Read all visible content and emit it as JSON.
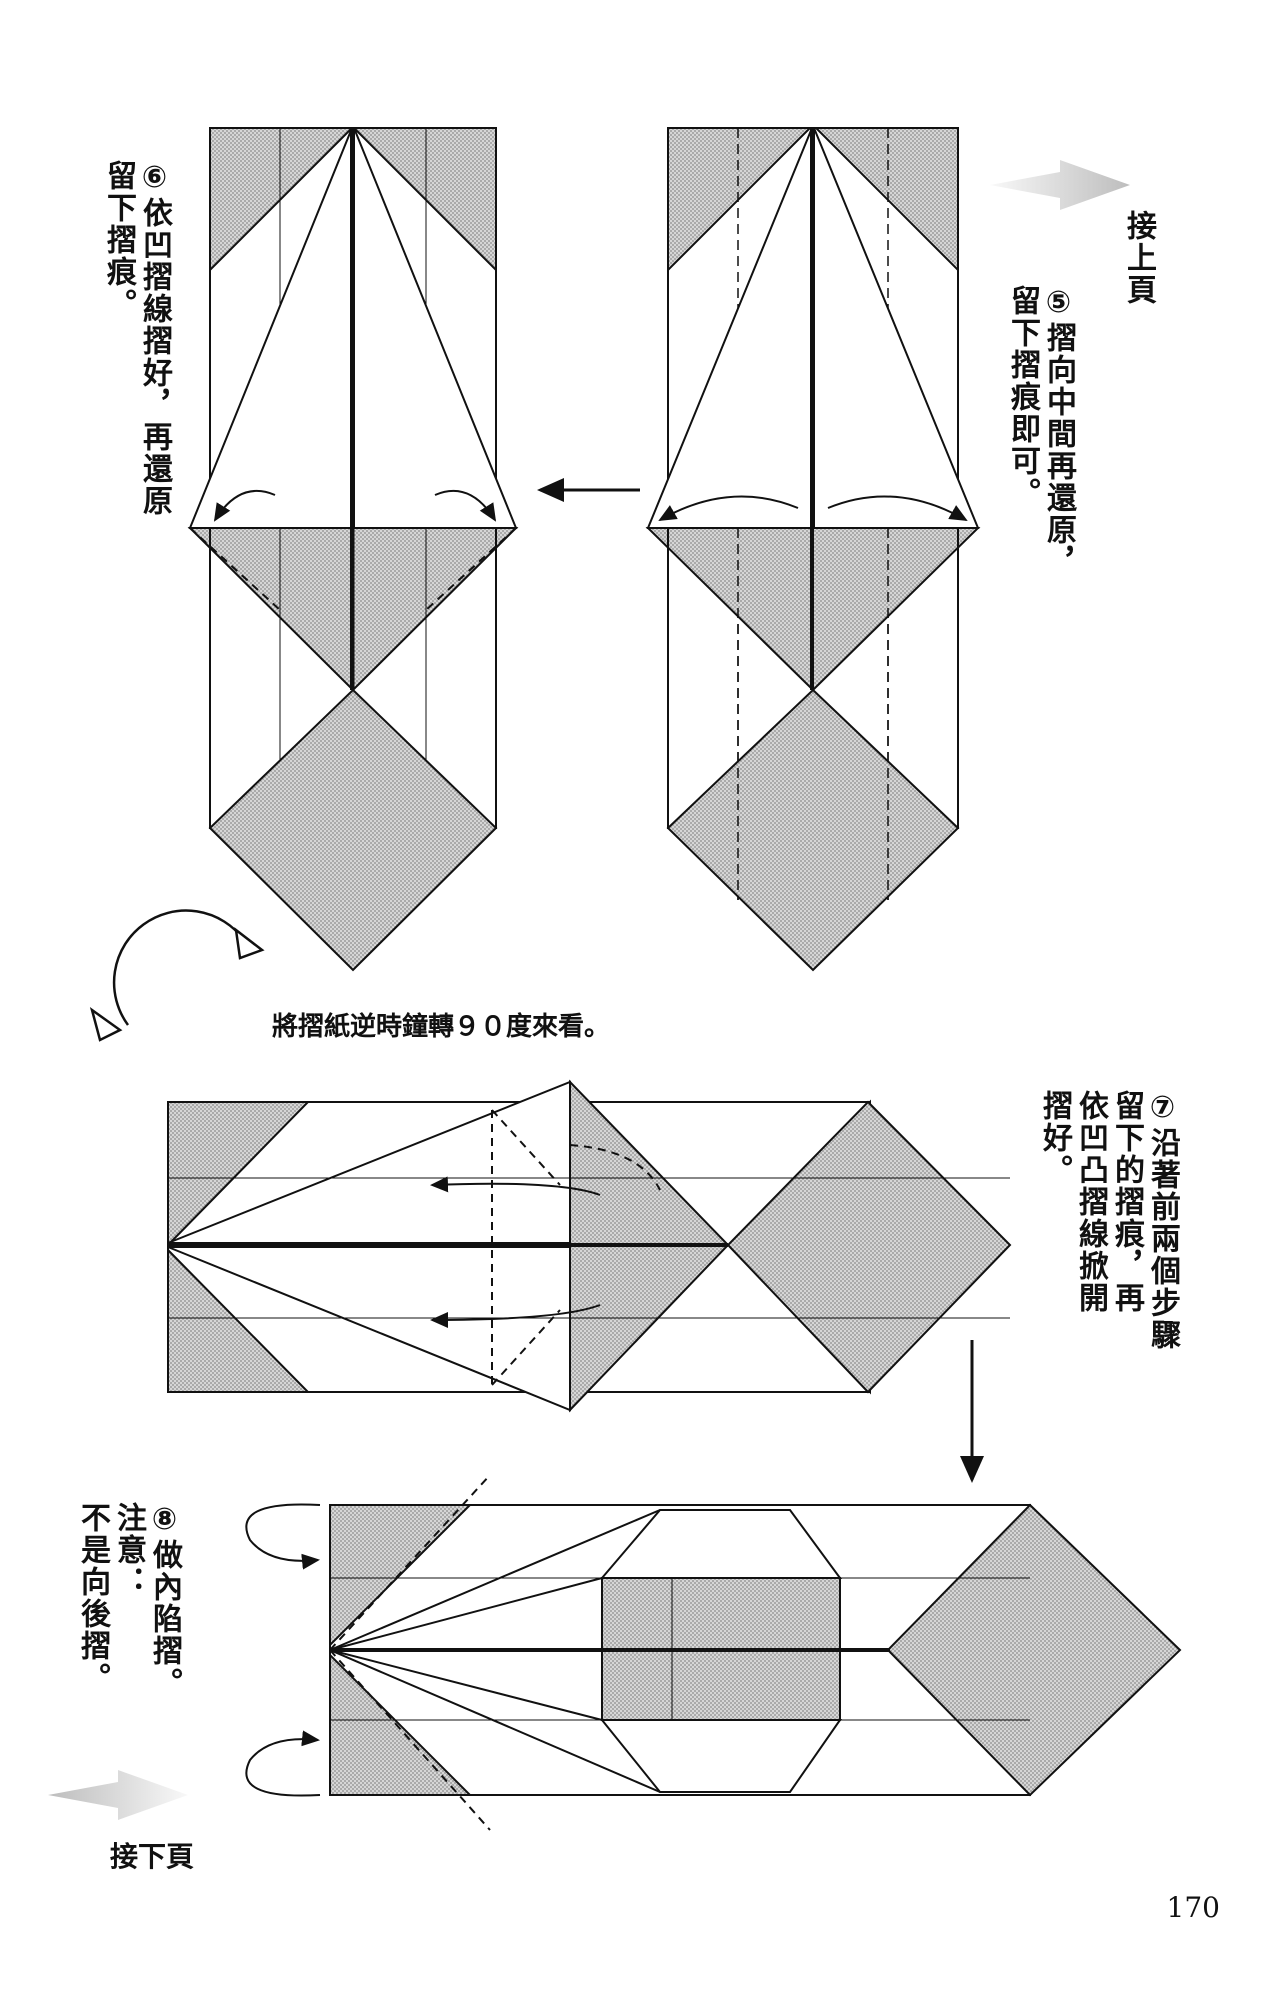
{
  "nav": {
    "prev_label": "接上頁",
    "next_label": "接下頁"
  },
  "steps": [
    {
      "number": "⑤",
      "lines": [
        "摺向中間再還原，",
        "留下摺痕即可。"
      ]
    },
    {
      "number": "⑥",
      "lines": [
        "依凹摺線摺好，再還原",
        "留下摺痕。"
      ]
    },
    {
      "number": "⑦",
      "lines": [
        "沿著前兩個步驟",
        "留下的摺痕，再",
        "依凹凸摺線掀開",
        "摺好。"
      ]
    },
    {
      "number": "⑧",
      "lines": [
        "做內陷摺。",
        "注意：",
        "不是向後摺。"
      ]
    }
  ],
  "rotate_note": "將摺紙逆時鐘轉９０度來看。",
  "page_number": "170",
  "colors": {
    "ink": "#111111",
    "paper_shade": "#c9c9c9",
    "arrow_gray": "#bdbdbd"
  },
  "icons": [
    "rotate-ccw-icon",
    "left-arrow-icon",
    "down-arrow-icon",
    "page-turn-arrow-icon"
  ]
}
